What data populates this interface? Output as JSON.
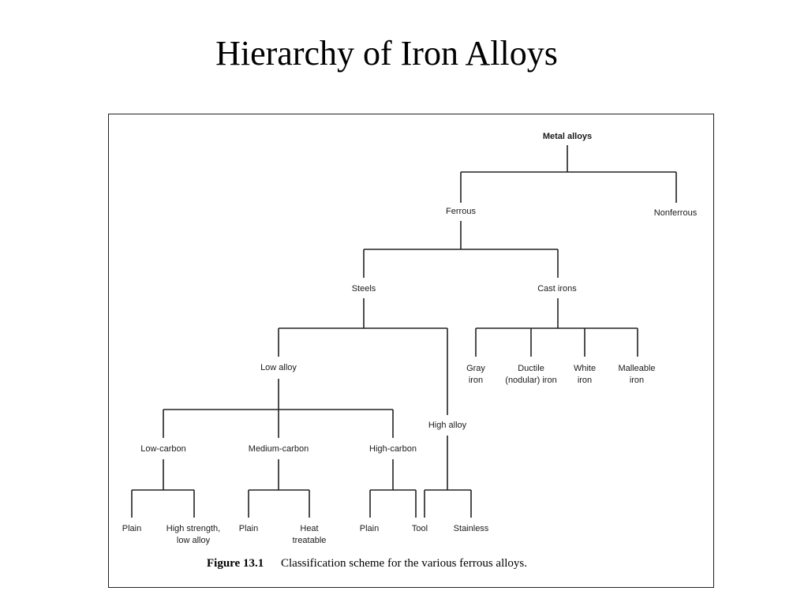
{
  "slide": {
    "title": "Hierarchy of Iron Alloys"
  },
  "diagram": {
    "nodes": {
      "metal_alloys": "Metal alloys",
      "ferrous": "Ferrous",
      "nonferrous": "Nonferrous",
      "steels": "Steels",
      "cast_irons": "Cast irons",
      "low_alloy": "Low alloy",
      "high_alloy": "High alloy",
      "gray_iron": [
        "Gray",
        "iron"
      ],
      "ductile_iron": [
        "Ductile",
        "(nodular) iron"
      ],
      "white_iron": [
        "White",
        "iron"
      ],
      "malleable_iron": [
        "Malleable",
        "iron"
      ],
      "low_carbon": "Low-carbon",
      "medium_carbon": "Medium-carbon",
      "high_carbon": "High-carbon",
      "lc_plain": "Plain",
      "lc_hsla": [
        "High strength,",
        "low alloy"
      ],
      "mc_plain": "Plain",
      "mc_heat_treatable": [
        "Heat",
        "treatable"
      ],
      "hc_plain": "Plain",
      "hc_tool": "Tool",
      "stainless": "Stainless"
    }
  },
  "caption": {
    "label": "Figure 13.1",
    "text": "Classification scheme for the various ferrous alloys."
  }
}
